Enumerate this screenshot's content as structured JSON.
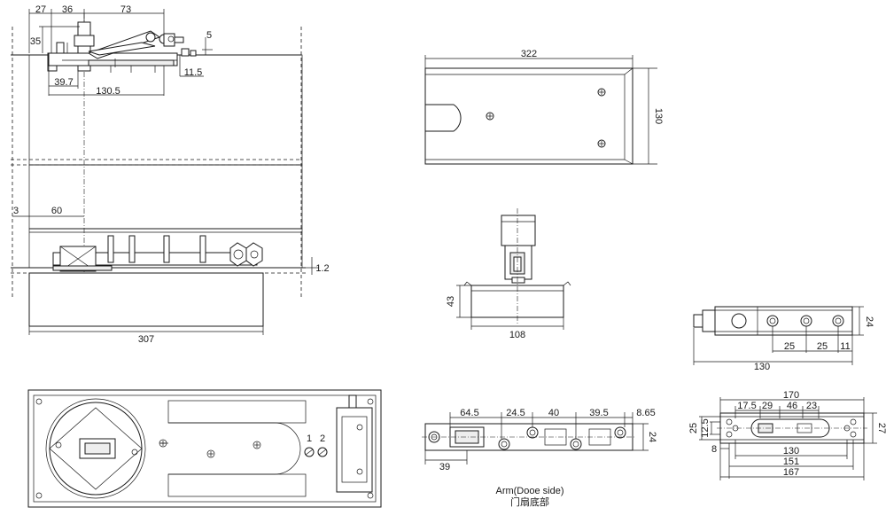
{
  "side_view_top": {
    "dim_27": "27",
    "dim_36": "36",
    "dim_73": "73",
    "dim_35": "35",
    "dim_5": "5",
    "dim_11_5": "11.5",
    "dim_39_7": "39.7",
    "dim_130_5": "130.5"
  },
  "side_view_bottom": {
    "dim_3": "3",
    "dim_60": "60",
    "dim_1_2": "1.2",
    "dim_307": "307"
  },
  "top_plate": {
    "dim_322": "322",
    "dim_130": "130"
  },
  "end_view": {
    "dim_43": "43",
    "dim_108": "108"
  },
  "small_top_right": {
    "dim_24": "24",
    "dim_25a": "25",
    "dim_25b": "25",
    "dim_11": "11",
    "dim_130": "130"
  },
  "arm_door_side": {
    "dim_64_5": "64.5",
    "dim_24_5": "24.5",
    "dim_40": "40",
    "dim_39_5": "39.5",
    "dim_8_65": "8.65",
    "dim_24": "24",
    "dim_39": "39",
    "caption_en": "Arm(Dooe side)",
    "caption_cn": "门扇底部"
  },
  "bottom_right_plate": {
    "dim_170": "170",
    "dim_17_5": "17.5",
    "dim_29": "29",
    "dim_46": "46",
    "dim_23": "23",
    "dim_25": "25",
    "dim_12_5": "12.5",
    "dim_27": "27",
    "dim_8": "8",
    "dim_130": "130",
    "dim_151": "151",
    "dim_167": "167"
  },
  "plan_view": {
    "label_1": "1",
    "label_2": "2"
  }
}
